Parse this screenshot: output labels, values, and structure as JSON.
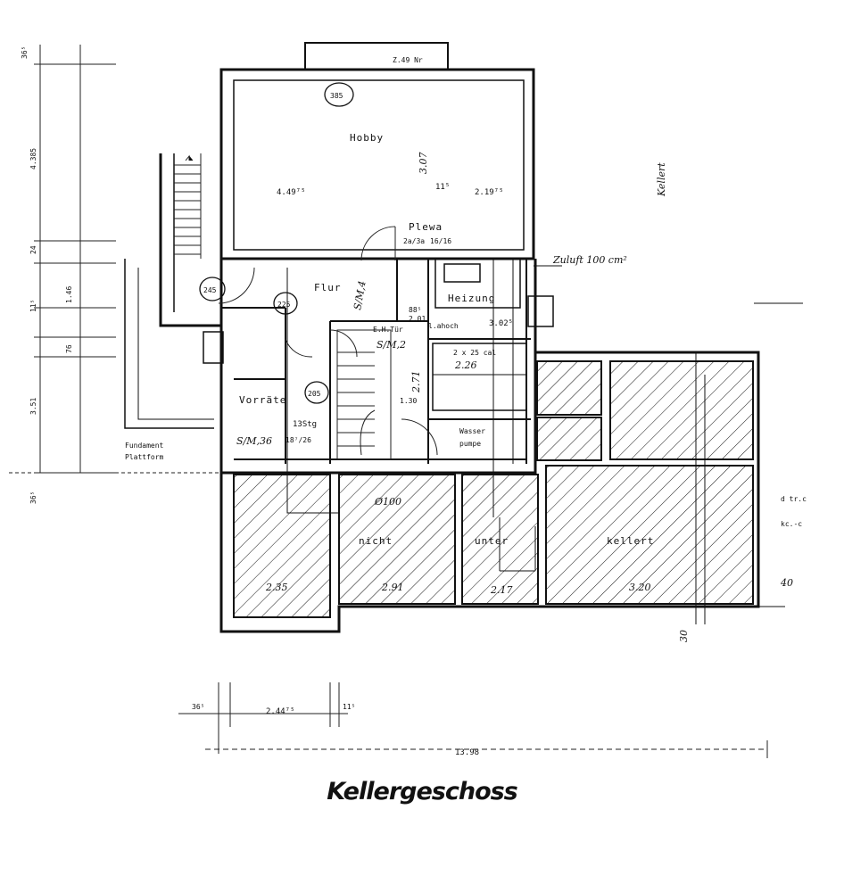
{
  "caption": "Kellergeschoss",
  "rooms": {
    "hobby": "Hobby",
    "flur": "Flur",
    "heizung": "Heizung",
    "vorrate": "Vorräte",
    "plewa": "Plewa",
    "eh_tur": "E.H.Tür",
    "wasserpumpe_1": "Wasser",
    "wasserpumpe_2": "pumpe",
    "fundament_1": "Fundament",
    "fundament_2": "Plattform",
    "nicht": "nicht",
    "unter": "unter",
    "kellert": "kellert",
    "lahoch": "l.ahoch",
    "kasten": "2 x 25 cal"
  },
  "room_markers": [
    "385",
    "225",
    "205",
    "245"
  ],
  "dimensions": {
    "top_left_365": "36⁵",
    "left_4385": "4.385",
    "left_24": "24",
    "left_115": "11⁵",
    "left_146": "1.46",
    "left_76": "76",
    "left_351": "3.51",
    "left_365b": "36⁵",
    "hobby_w1": "4.49⁷⁵",
    "hobby_w2": "11⁵",
    "hobby_w3": "2.19⁷⁵",
    "hobby_h": "3.07",
    "window_top": "Z.49 Nr",
    "heizung_w": "3.02⁵",
    "flur_885": "88⁵",
    "flur_201": "2.01",
    "stairs_135": "13Stg",
    "stairs_size": "18⁷/26",
    "bottom_244": "2.44⁷⁵",
    "bottom_115": "11⁵",
    "bottom_365": "36⁵",
    "overall_width": "13.98",
    "lower_235": "2.35",
    "lower_291": "2.91",
    "lower_217": "2.17",
    "lower_320": "3.20",
    "right_40": "40",
    "right_30": "30",
    "right_d": "d tr.c",
    "right_kc": "kc.-c",
    "zuluft": "Zuluft 100 cm²",
    "kellert_side": "Kellert",
    "dia_100": "Ø100",
    "vorrate_sm": "S/M,36",
    "flur_sm": "S/M,4",
    "eh_sm": "S/M,2",
    "dim_226": "2.26",
    "dim_271": "2.71",
    "dim_130": "1.30",
    "dim_9_16": "16/16",
    "dim_plewa": "2a/3a"
  }
}
